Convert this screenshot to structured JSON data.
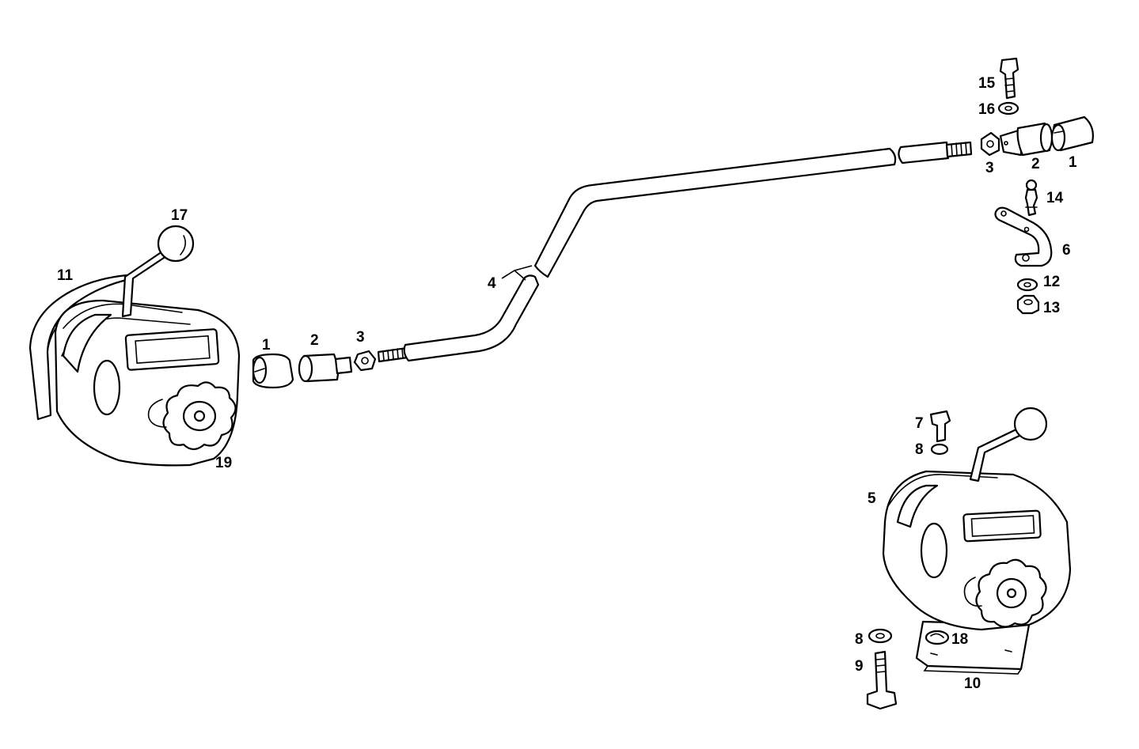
{
  "diagram": {
    "labels": {
      "p1_left": "1",
      "p2_left": "2",
      "p3_left": "3",
      "p4": "4",
      "p11": "11",
      "p17": "17",
      "p19": "19",
      "p15": "15",
      "p16": "16",
      "p3_right": "3",
      "p2_right": "2",
      "p1_right": "1",
      "p14": "14",
      "p6": "6",
      "p12": "12",
      "p13": "13",
      "p7": "7",
      "p8_top": "8",
      "p5": "5",
      "p8_bottom": "8",
      "p18": "18",
      "p9": "9",
      "p10": "10"
    }
  }
}
